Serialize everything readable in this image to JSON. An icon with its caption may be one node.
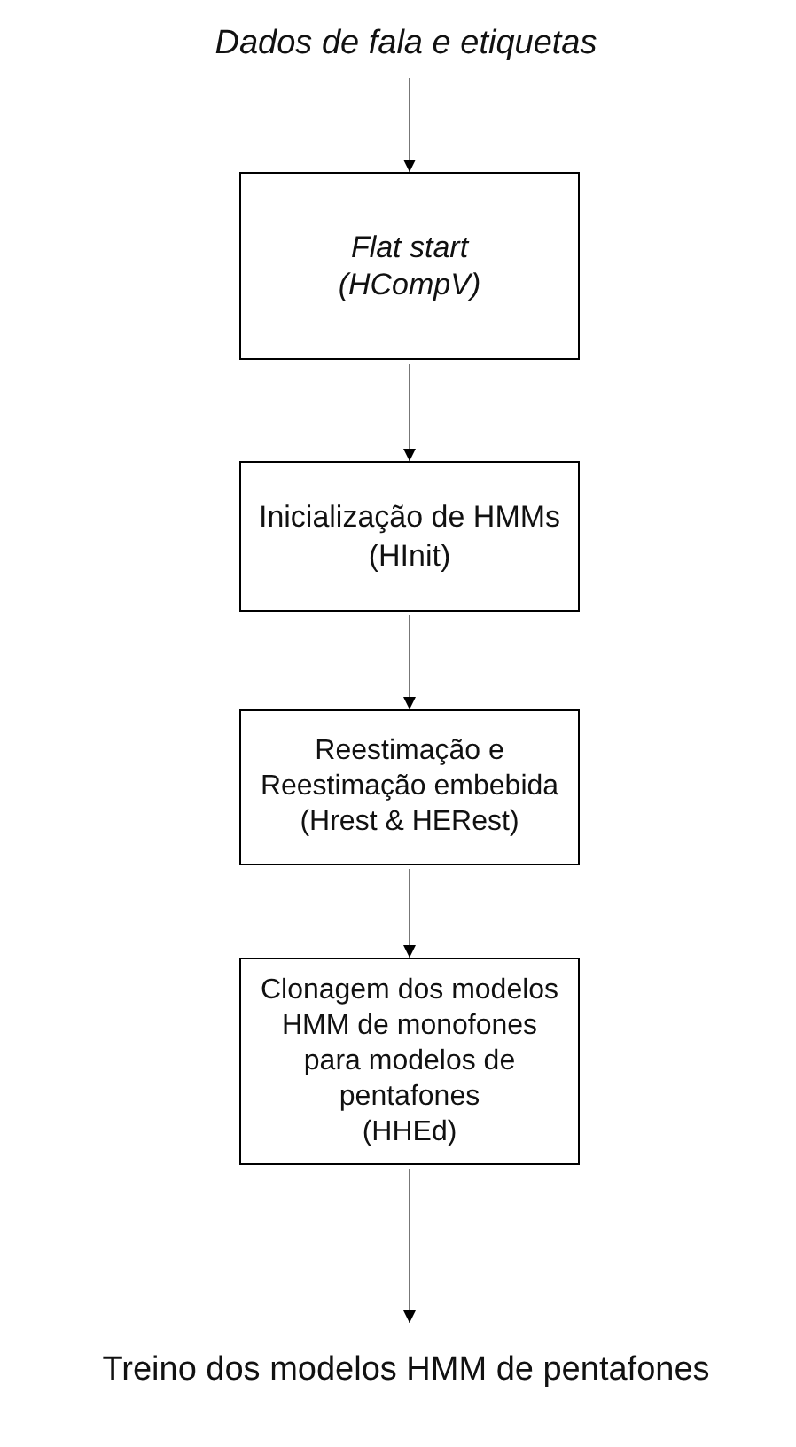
{
  "diagram": {
    "nodes": [
      {
        "text": [
          "Dados de fala e etiquetas"
        ]
      },
      {
        "text": [
          "Flat start",
          "(HCompV)"
        ]
      },
      {
        "text": [
          "Inicialização de HMMs",
          "(HInit)"
        ]
      },
      {
        "text": [
          "Reestimação e Reestimação embebida",
          "(Hrest & HERest)"
        ]
      },
      {
        "text": [
          "Clonagem dos modelos HMM de monofones para modelos de pentafones",
          "(HHEd)"
        ]
      },
      {
        "text": [
          "Treino dos modelos HMM de pentafones"
        ]
      }
    ],
    "edges": [
      {
        "from": 0,
        "to": 1,
        "arrow": "to"
      },
      {
        "from": 1,
        "to": 2,
        "arrow": "to"
      },
      {
        "from": 2,
        "to": 3,
        "arrow": "to"
      },
      {
        "from": 3,
        "to": 4,
        "arrow": "to"
      },
      {
        "from": 4,
        "to": 5,
        "arrow": "to"
      }
    ]
  }
}
